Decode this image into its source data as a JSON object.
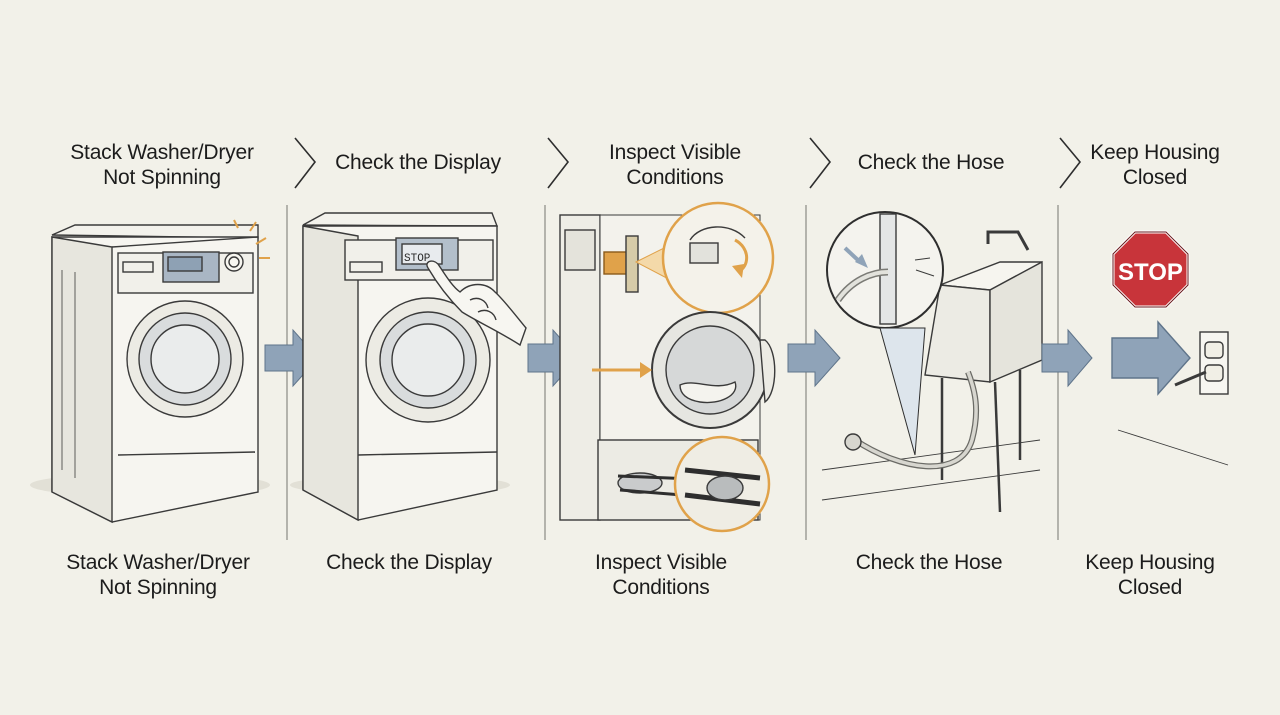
{
  "steps": [
    {
      "top_label": [
        "Stack Washer/Dryer",
        "Not Spinning"
      ],
      "bottom_label": [
        "Stack Washer/Dryer",
        "Not Spinning"
      ],
      "icon": "washer-icon"
    },
    {
      "top_label": [
        "Check the Display"
      ],
      "bottom_label": [
        "Check the Display"
      ],
      "icon": "hand-pressing-button-icon"
    },
    {
      "top_label": [
        "Inspect Visible",
        "Conditions"
      ],
      "bottom_label": [
        "Inspect Visible",
        "Conditions"
      ],
      "icon": "magnifier-callouts-icon"
    },
    {
      "top_label": [
        "Check the Hose"
      ],
      "bottom_label": [
        "Check the Hose"
      ],
      "icon": "drain-hose-icon"
    },
    {
      "top_label": [
        "Keep Housing",
        "Closed"
      ],
      "bottom_label": [
        "Keep Housing",
        "Closed"
      ],
      "icon": "stop-sign-icon"
    }
  ],
  "display_text": "STOP",
  "stop_sign_text": "STOP",
  "colors": {
    "background": "#f2f1e9",
    "arrow_blue": "#8fa3b8",
    "accent_orange": "#e0a24a",
    "stop_red": "#c8343a",
    "line": "#3a3a3a"
  }
}
